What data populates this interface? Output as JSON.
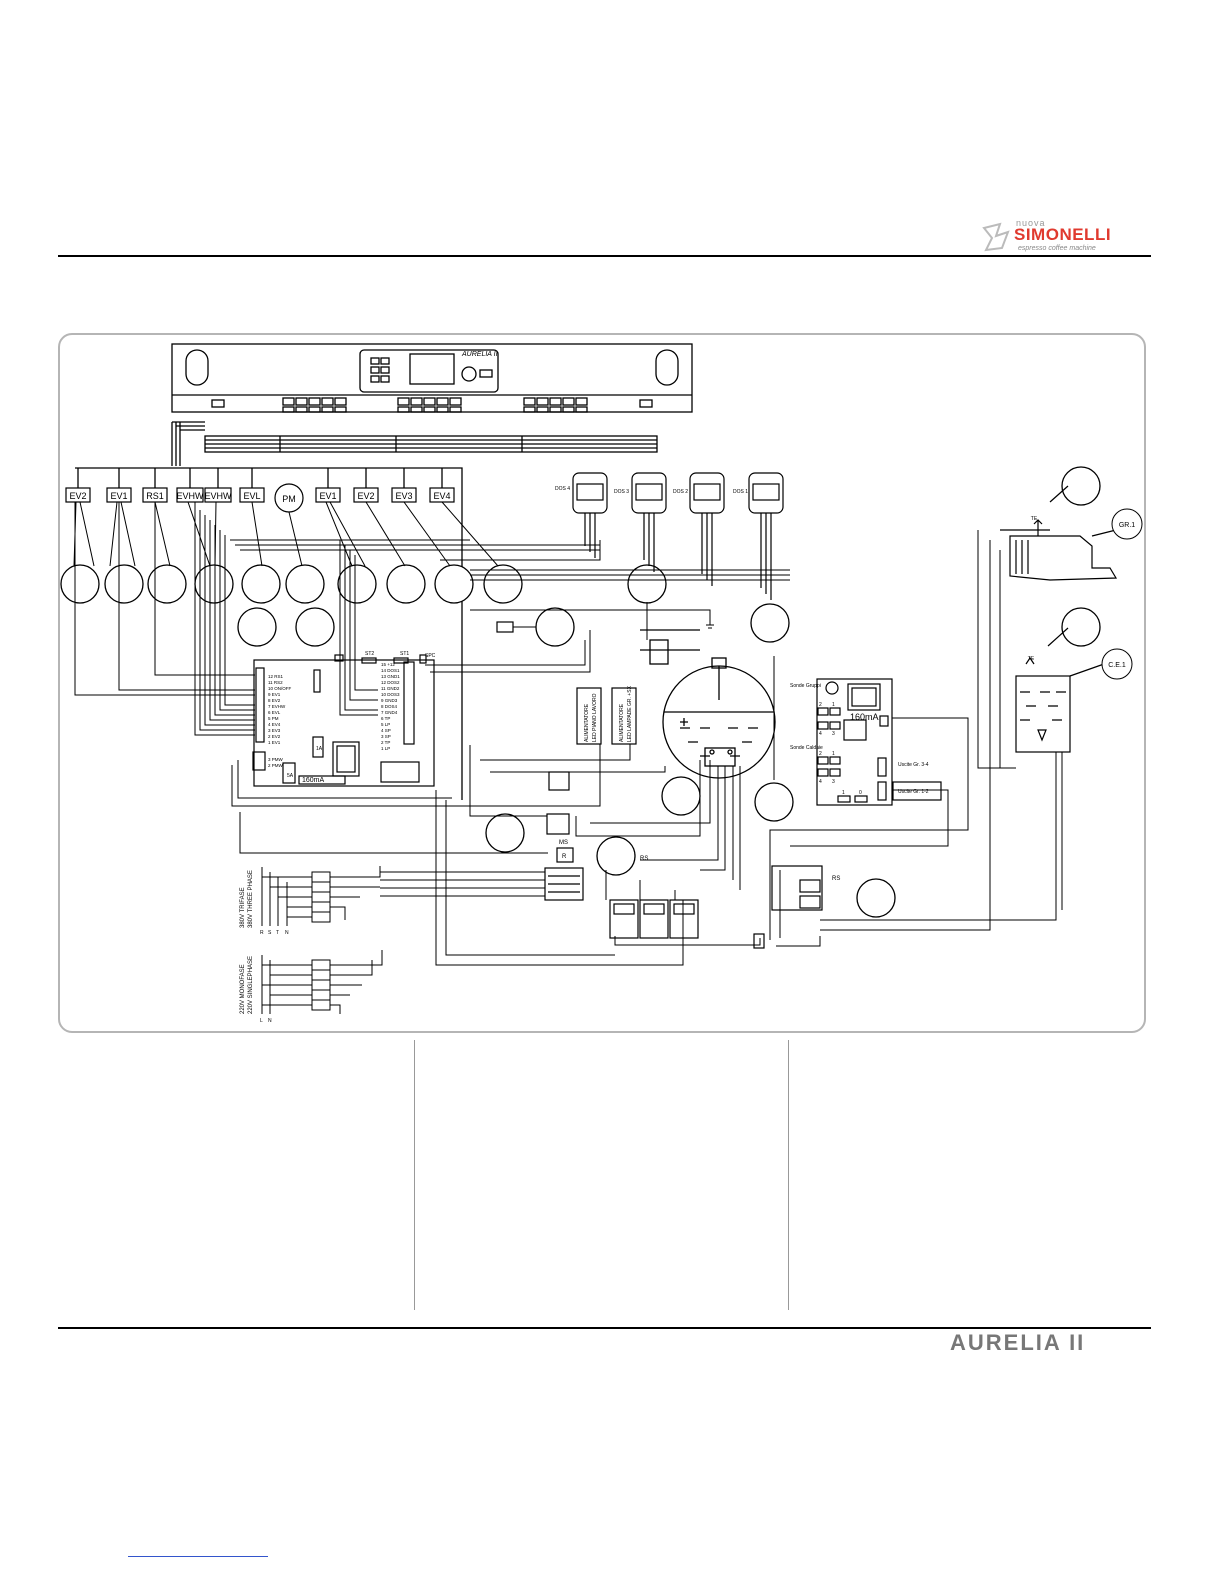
{
  "brand": {
    "prefix": "nuova",
    "name": "SIMONELLI",
    "tagline": "espresso coffee machine"
  },
  "footer": {
    "product": "AURELIA II"
  },
  "panel": {
    "model": "AURELIA II"
  },
  "components": {
    "valves_left": [
      "EV2",
      "EV1",
      "RS1",
      "EVHW",
      "EVHW",
      "EVL",
      "PM",
      "EV1",
      "EV2",
      "EV3",
      "EV4"
    ],
    "dosers": [
      "DOS 4",
      "DOS 3",
      "DOS 2",
      "DOS 1"
    ],
    "group": "GR.1",
    "te_top": "TE",
    "te_bottom": "TE",
    "ce": "C.E.1",
    "rs": "RS",
    "rs2": "RS",
    "ms": "MS",
    "r": "R",
    "fuse_main": "160mA",
    "fuse_side": "160mA",
    "fuse_5a": "5A",
    "fuse_1a": "1A"
  },
  "board": {
    "st2": "ST2",
    "st1": "ST1",
    "spc": "SPC",
    "left_pins": [
      "12 RS1",
      "11 RS2",
      "10 ON/OFF",
      "9 EV1",
      "8 EV2",
      "7 EVHW",
      "6 EVL",
      "5 PM",
      "4 EV4",
      "3 EV3",
      "2 EV2",
      "1 EV1"
    ],
    "right_pins": [
      "15 +12",
      "14 DOS1",
      "13 GND1",
      "12 DOS2",
      "11 GND2",
      "10 DOS3",
      "9 GND3",
      "8 DOS4",
      "7 GND4",
      "6 TP",
      "5 LP",
      "4 SP",
      "3 SP",
      "2 TP",
      "1 LP"
    ],
    "pmw": [
      "3 PMW",
      "2 PMW"
    ]
  },
  "power_boxes": [
    [
      "ALIMENTATORE",
      "LED PIANO LAVORO"
    ],
    [
      "ALIMENTATORE",
      "LED LAMPADE GR. +SX"
    ]
  ],
  "side_board": {
    "sonde_gruppi": "Sonde Gruppi",
    "sonde_caldaie": "Sonde Caldaie",
    "uscite_34": "Uscite Gr. 3-4",
    "uscite_12": "Uscite Gr. 1-2",
    "pins": [
      "2",
      "1",
      "4",
      "3",
      "2",
      "1",
      "4",
      "3",
      "1",
      "0"
    ]
  },
  "supply": {
    "three_phase": [
      "380V TRIFASE",
      "380V THREE PHASE"
    ],
    "three_phase_terms": [
      "R",
      "S",
      "T",
      "N"
    ],
    "mono_phase": [
      "220V MONOFASE",
      "220V SINGLEPHASE"
    ],
    "mono_terms": [
      "L",
      "",
      "",
      "N"
    ]
  }
}
